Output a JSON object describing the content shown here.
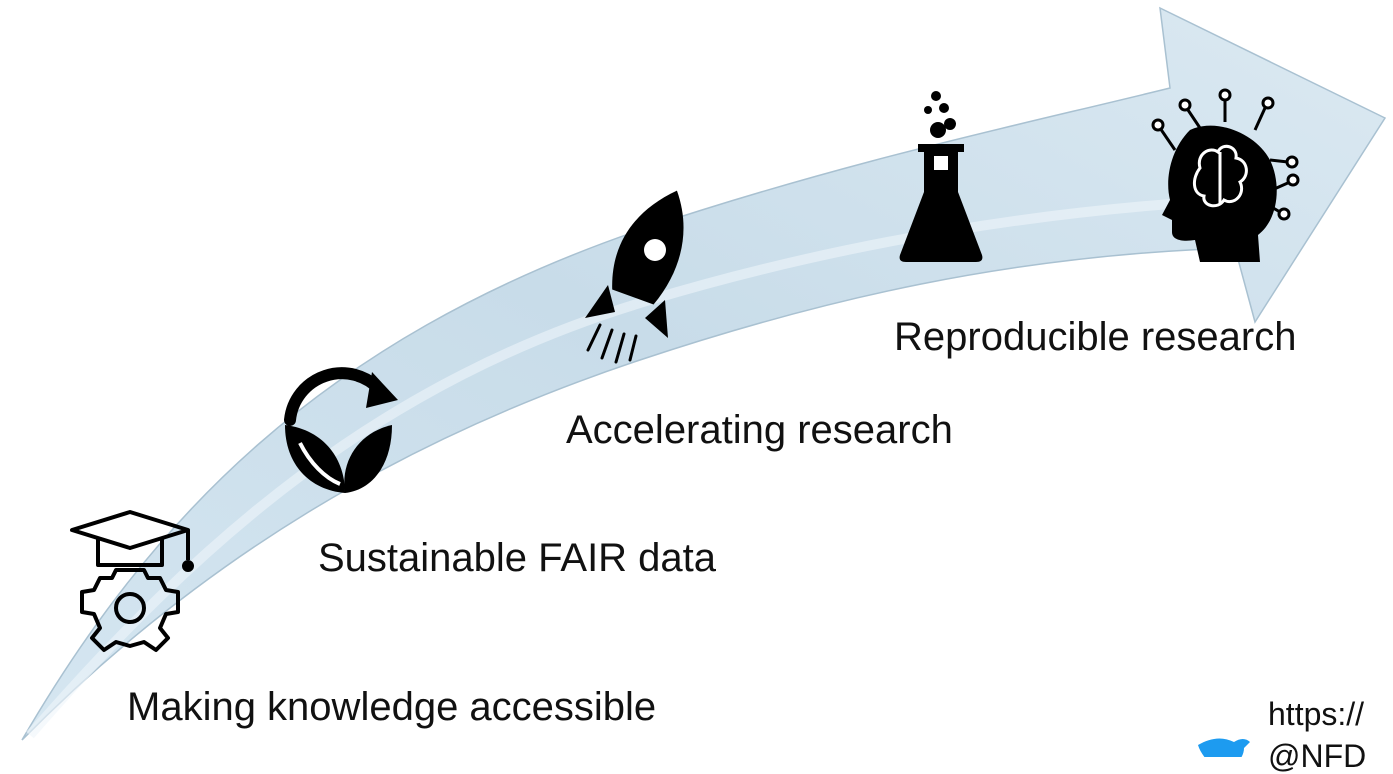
{
  "diagram": {
    "steps": [
      {
        "label": "Making knowledge accessible",
        "icon": "graduation-cap-gear-icon"
      },
      {
        "label": "Sustainable FAIR data",
        "icon": "sustainability-cycle-icon"
      },
      {
        "label": "Accelerating research",
        "icon": "rocket-icon"
      },
      {
        "label": "Reproducible research",
        "icon": "flask-icon"
      },
      {
        "label": "",
        "icon": "ai-brain-head-icon"
      }
    ],
    "footer": {
      "url_fragment": "https://",
      "twitter_fragment": "@NFD",
      "twitter_icon": "twitter-bird-icon"
    },
    "colors": {
      "arrow_light": "#e2eef6",
      "arrow_mid": "#c8dce9",
      "arrow_edge": "#9fb8c9",
      "icon": "#000000",
      "twitter_blue": "#1d9bf0"
    }
  }
}
